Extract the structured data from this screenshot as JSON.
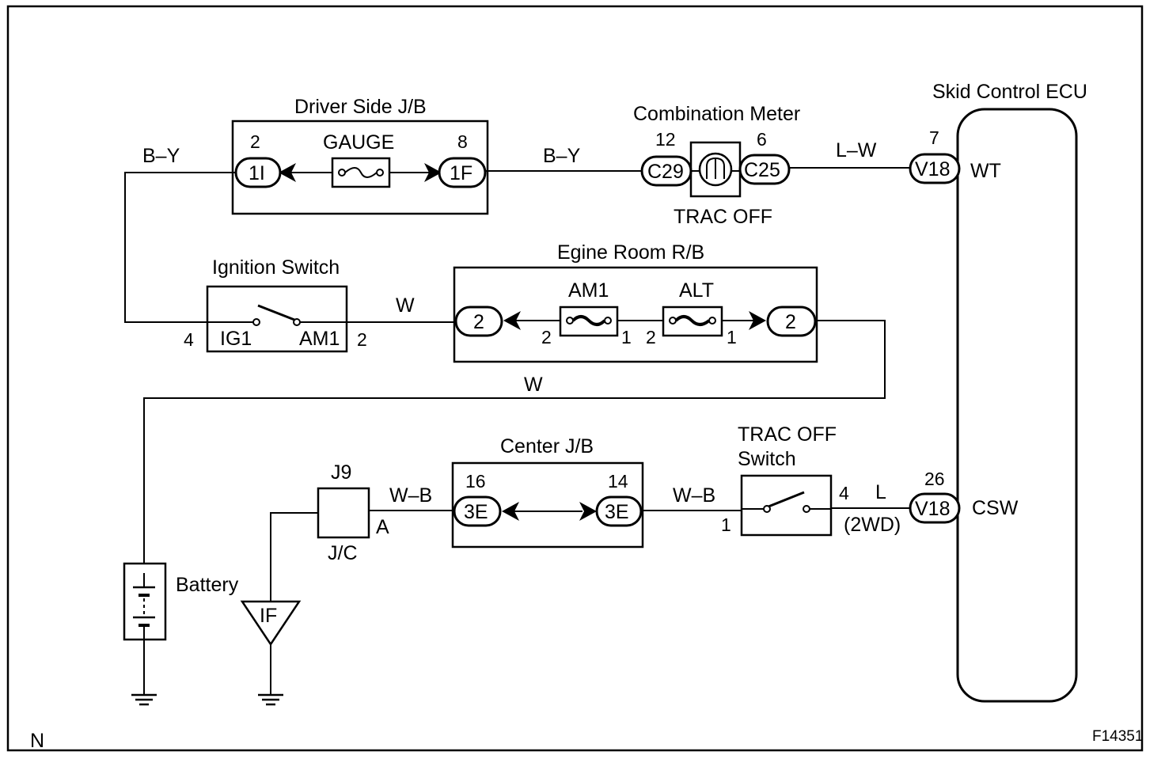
{
  "figure_code": "F14351",
  "corner_label": "N",
  "components": {
    "driver_jb": {
      "title": "Driver Side J/B",
      "fuse": "GAUGE",
      "left_pin": "2",
      "left_connector": "1I",
      "right_pin": "8",
      "right_connector": "1F"
    },
    "combination_meter": {
      "title": "Combination Meter",
      "indicator": "TRAC OFF",
      "left_pin": "12",
      "left_connector": "C29",
      "right_pin": "6",
      "right_connector": "C25"
    },
    "ecu": {
      "title": "Skid Control ECU",
      "terminal_top": "WT",
      "terminal_bottom": "CSW",
      "top_pin": "7",
      "top_connector": "V18",
      "bottom_pin": "26",
      "bottom_connector": "V18"
    },
    "ignition_switch": {
      "title": "Ignition Switch",
      "left_terminal": "IG1",
      "right_terminal": "AM1",
      "left_pin": "4",
      "right_pin": "2"
    },
    "engine_rb": {
      "title": "Egine Room R/B",
      "left_connector": "2",
      "right_connector": "2",
      "fuse1": "AM1",
      "fuse2": "ALT",
      "fuse1_pin_in": "2",
      "fuse1_pin_out": "1",
      "fuse2_pin_in": "2",
      "fuse2_pin_out": "1"
    },
    "center_jb": {
      "title": "Center J/B",
      "left_pin": "16",
      "left_connector": "3E",
      "right_pin": "14",
      "right_connector": "3E"
    },
    "trac_off_switch": {
      "title_line1": "TRAC OFF",
      "title_line2": "Switch",
      "in_pin": "1",
      "out_pin": "4",
      "variant": "(2WD)"
    },
    "junction": {
      "name": "J9",
      "sub": "J/C",
      "pin": "A"
    },
    "battery": {
      "label": "Battery"
    },
    "ground_point": {
      "label": "IF"
    }
  },
  "wires": {
    "top_left": "B–Y",
    "top_mid": "B–Y",
    "top_right": "L–W",
    "mid": "W",
    "return": "W",
    "bottom_left": "W–B",
    "bottom_mid": "W–B",
    "bottom_right": "L"
  }
}
